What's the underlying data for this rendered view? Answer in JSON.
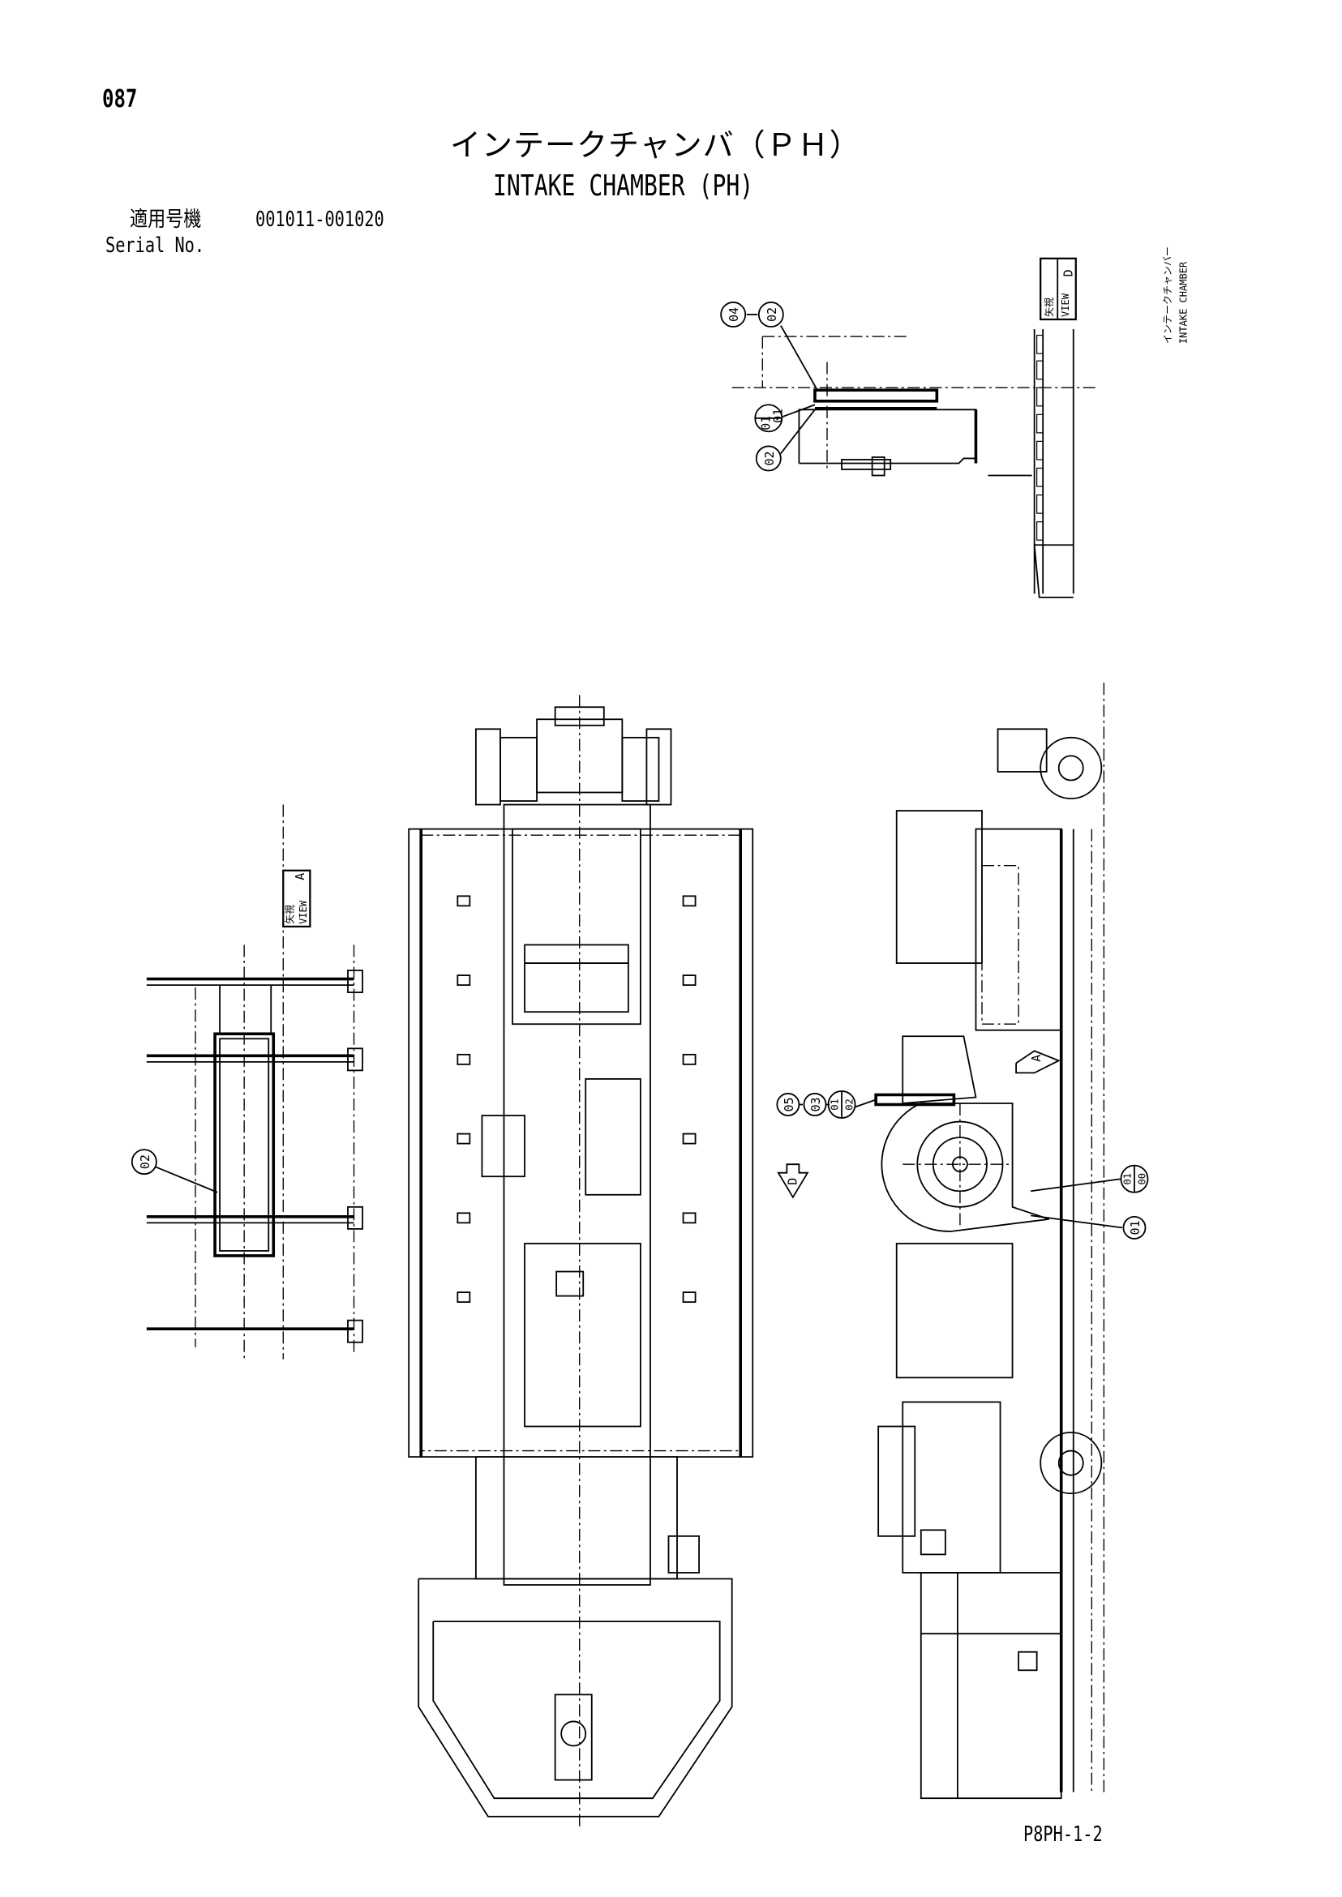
{
  "header": {
    "page_number": "087",
    "title_jp": "インテークチャンバ（ＰＨ）",
    "title_en": "INTAKE CHAMBER (PH)",
    "serial_label_jp": "適用号機",
    "serial_range": "001011-001020",
    "serial_label_en": "Serial No."
  },
  "margin_note": {
    "jp": "インテークチャンバー",
    "en": "INTAKE CHAMBER"
  },
  "views": {
    "view_d": {
      "label_jp": "矢視",
      "label_en": "VIEW",
      "letter": "D"
    },
    "view_a": {
      "label_jp": "矢視",
      "label_en": "VIEW",
      "letter": "A"
    },
    "arrow_d": "D",
    "arrow_a": "A"
  },
  "callouts": {
    "d_04": "04",
    "d_02_top": "02",
    "d_01_upper": "01",
    "d_01_lower": "01",
    "d_02_bottom": "02",
    "a_02": "02",
    "s_05": "05",
    "s_03": "03",
    "s_01_02_upper": "01",
    "s_01_02_lower": "02",
    "s_01_00_upper": "01",
    "s_01_00_lower": "00",
    "s_01": "01"
  },
  "footer": {
    "doc_code": "P8PH-1-2"
  }
}
